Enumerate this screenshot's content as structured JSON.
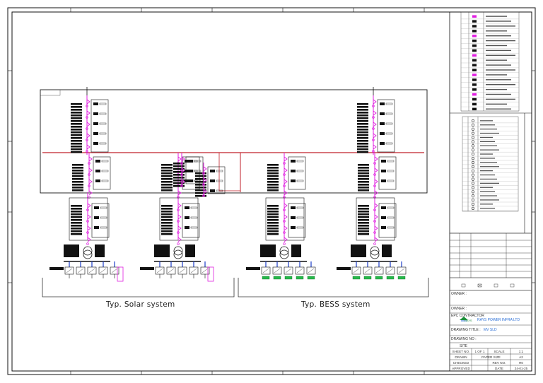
{
  "captions": {
    "solar": "Typ. Solar system",
    "bess": "Typ. BESS system"
  },
  "title_block": {
    "owner_label": "OWNER :",
    "epc_label": "EPC CONTRACTOR",
    "epc_logo_text": "RAYS",
    "epc_company": "RAYS POWER INFRA LTD",
    "drawing_title_label": "DRAWING TITLE :",
    "drawing_title_value": "MV SLD",
    "drawing_no_label": "DRAWING NO :",
    "site_label": "SITE",
    "rows": [
      {
        "k1": "SHEET NO.",
        "v1": "1 OF 1",
        "k2": "SCALE",
        "v2": "1:1"
      },
      {
        "k1": "DRAWN",
        "v1": "PAPER SIZE",
        "k2": "",
        "v2": "A2"
      },
      {
        "k1": "CHECKED",
        "v1": "",
        "k2": "REV NO.",
        "v2": "R0"
      },
      {
        "k1": "APPROVED",
        "v1": "",
        "k2": "DATE",
        "v2": "24-01-25"
      }
    ]
  },
  "colors": {
    "busbar": "#c0202a",
    "feeder": "#e01ee0",
    "cable": "#1a3cc8",
    "battery": "#27b84a",
    "ink": "#111111"
  }
}
